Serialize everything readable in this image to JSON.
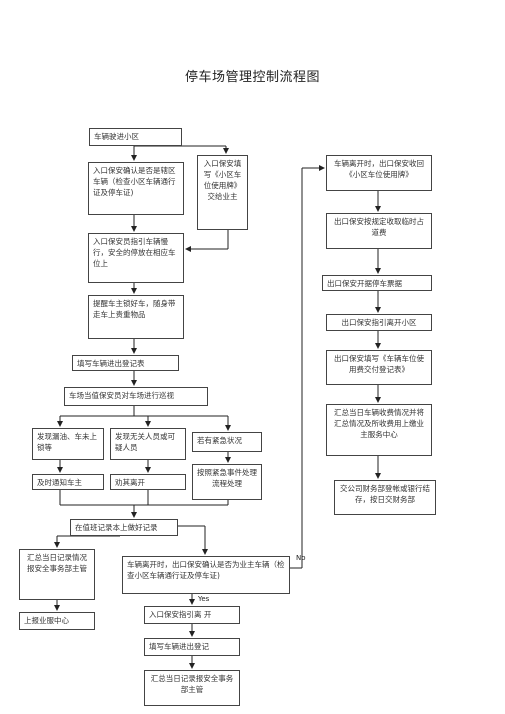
{
  "title": "停车场管理控制流程图",
  "nodes": {
    "n1": "车辆驶进小区",
    "n2": "入口保安确认是否是辖区车辆（检查小区车辆通行证及停车证)",
    "n3": "入口保安填写《小区车位使用牌》交给业主",
    "n4": "入口保安员指引车辆慢行，安全的停放在相应车位上",
    "n5": "提醒车主锁好车，随身带走车上贵重物品",
    "n6": "填写车辆进出登记表",
    "n7": "车场当值保安员对车场进行巡视",
    "n8": "发现漏油、车未上锁等",
    "n9": "发现无关人员或可疑人员",
    "n10": "若有紧急状况",
    "n11": "及时通知车主",
    "n12": "劝其离开",
    "n13": "按照紧急事件处理流程处理",
    "n14": "在值班记录本上做好记录",
    "n15": "汇总当日记录情况报安全事务部主管",
    "n16": "上报业服中心",
    "n17": "车辆离开时，出口保安确认是否为业主车辆（检查小区车辆通行证及停车证)",
    "n18": "入口保安指引离 开",
    "n19": "填写车辆进出登记",
    "n20": "汇总当日记录报安全事务部主管",
    "r1": "车辆离开时，出口保安收回《小区车位使用牌》",
    "r2": "出口保安按规定收取临时占道费",
    "r3": "出口保安开据停车票据",
    "r4": "出口保安指引离开小区",
    "r5": "出口保安填写《车辆车位使用费交付登记表》",
    "r6": "汇总当日车辆收费情况并将汇总情况及所收费用上缴业主服务中心",
    "r7": "交公司财务部登帐或银行结存，按日交财务部"
  },
  "labels": {
    "no": "No",
    "yes": "Yes"
  }
}
